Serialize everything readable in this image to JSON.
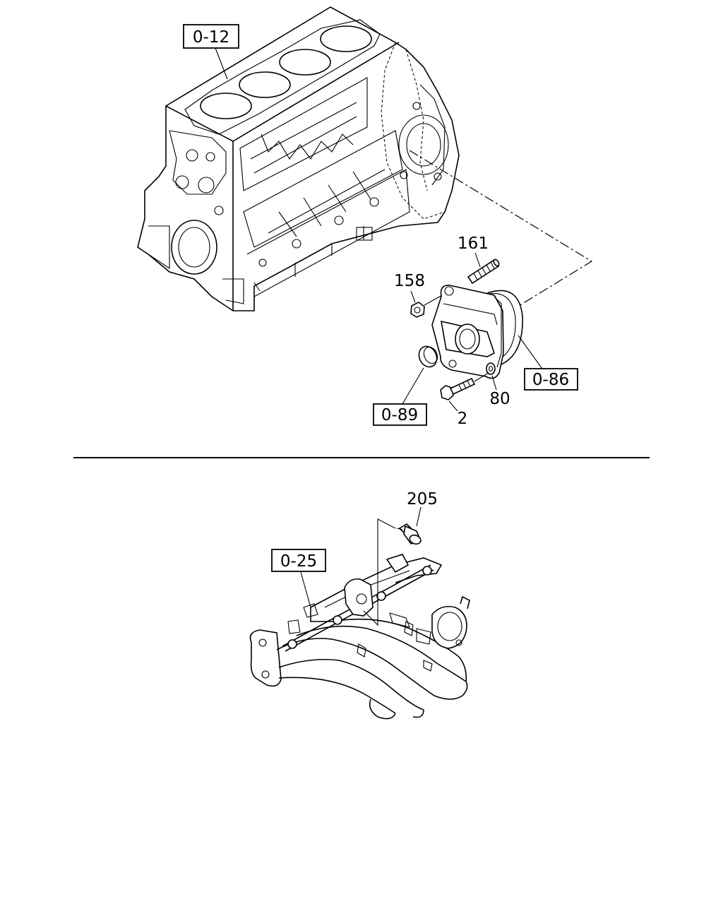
{
  "diagram": {
    "upper_section": {
      "cylinder_block_ref": "0-12",
      "parts": {
        "stud": "161",
        "nut": "158",
        "housing_ref": "0-86",
        "washer": "80",
        "plug_ref": "0-89",
        "bolt": "2"
      }
    },
    "lower_section": {
      "manifold_ref": "0-25",
      "sensor": "205"
    }
  },
  "colors": {
    "line": "#000000",
    "background": "#ffffff"
  }
}
